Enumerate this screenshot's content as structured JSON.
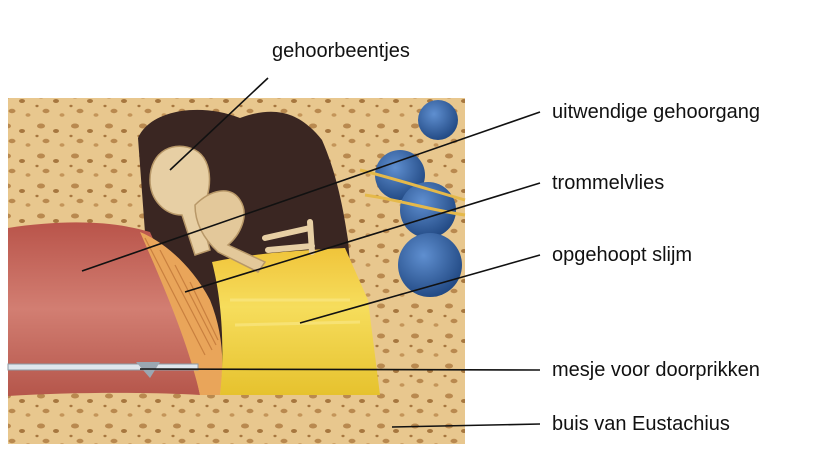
{
  "labels": {
    "ossicles": "gehoorbeentjes",
    "ear_canal": "uitwendige gehoorgang",
    "eardrum": "trommelvlies",
    "mucus": "opgehoopt slijm",
    "knife": "mesje voor doorprikken",
    "eustachian_tube": "buis van Eustachius"
  },
  "colors": {
    "bone": "#e8c78e",
    "bone_pore": "#b9894f",
    "cavity": "#3a2622",
    "canal": "#c56a5d",
    "mucus": "#f2d23c",
    "ossicle": "#e7cfa4",
    "nerve_blue": "#2c5d9c"
  }
}
